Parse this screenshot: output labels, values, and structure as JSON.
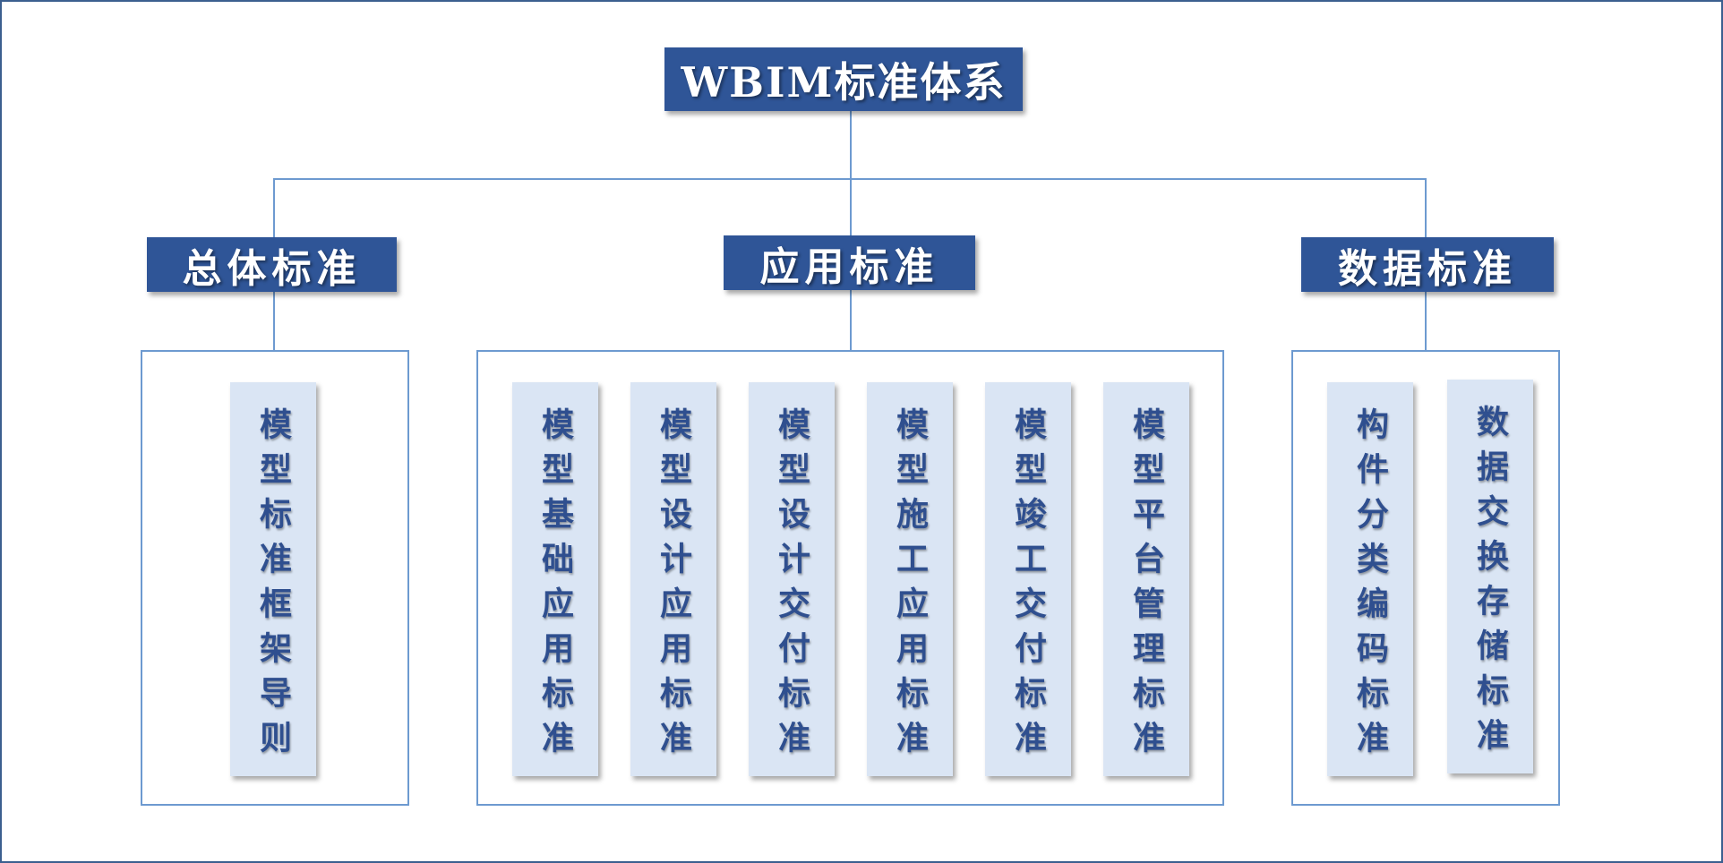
{
  "root": {
    "label": "WBIM标准体系"
  },
  "categories": [
    {
      "label": "总体标准",
      "items": [
        "模型标准框架导则"
      ]
    },
    {
      "label": "应用标准",
      "items": [
        "模型基础应用标准",
        "模型设计应用标准",
        "模型设计交付标准",
        "模型施工应用标准",
        "模型竣工交付标准",
        "模型平台管理标准"
      ]
    },
    {
      "label": "数据标准",
      "items": [
        "构件分类编码标准",
        "数据交换存储标准"
      ]
    }
  ],
  "colors": {
    "header_fill": "#2f5597",
    "leaf_fill": "#dae5f4",
    "leaf_text": "#2f4f8f",
    "connector": "#6d9ad0",
    "frame": "#3b5f8f"
  }
}
